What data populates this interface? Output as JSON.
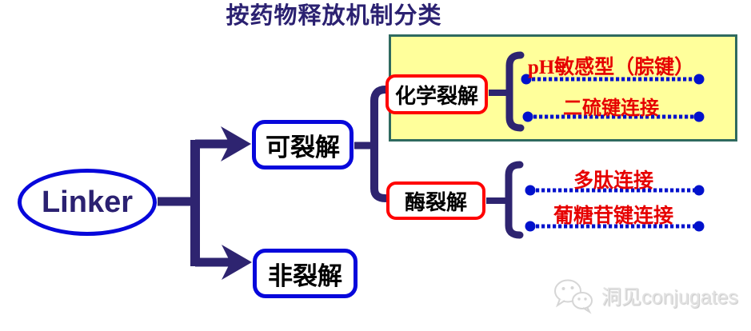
{
  "title": "按药物释放机制分类",
  "nodes": {
    "root": "Linker",
    "cleavable": "可裂解",
    "non_cleavable": "非裂解",
    "chemical": "化学裂解",
    "enzymatic": "酶裂解"
  },
  "chemical_items": [
    {
      "label": "pH敏感型（腙键）"
    },
    {
      "label": "二硫键连接"
    }
  ],
  "enzymatic_items": [
    {
      "label": "多肽连接"
    },
    {
      "label": "葡糖苷键连接"
    }
  ],
  "watermark": {
    "icon": "wechat-icon",
    "text": "洞见conjugates"
  },
  "colors": {
    "title_text": "#2b2171",
    "connector": "#2e2470",
    "node_border_blue": "#0707db",
    "node_border_red": "#ff0000",
    "leaf_text_red": "#e60000",
    "dot_line_blue": "#0011cc",
    "panel_bg": "#ffff9b",
    "panel_border": "#2f6a5f"
  }
}
